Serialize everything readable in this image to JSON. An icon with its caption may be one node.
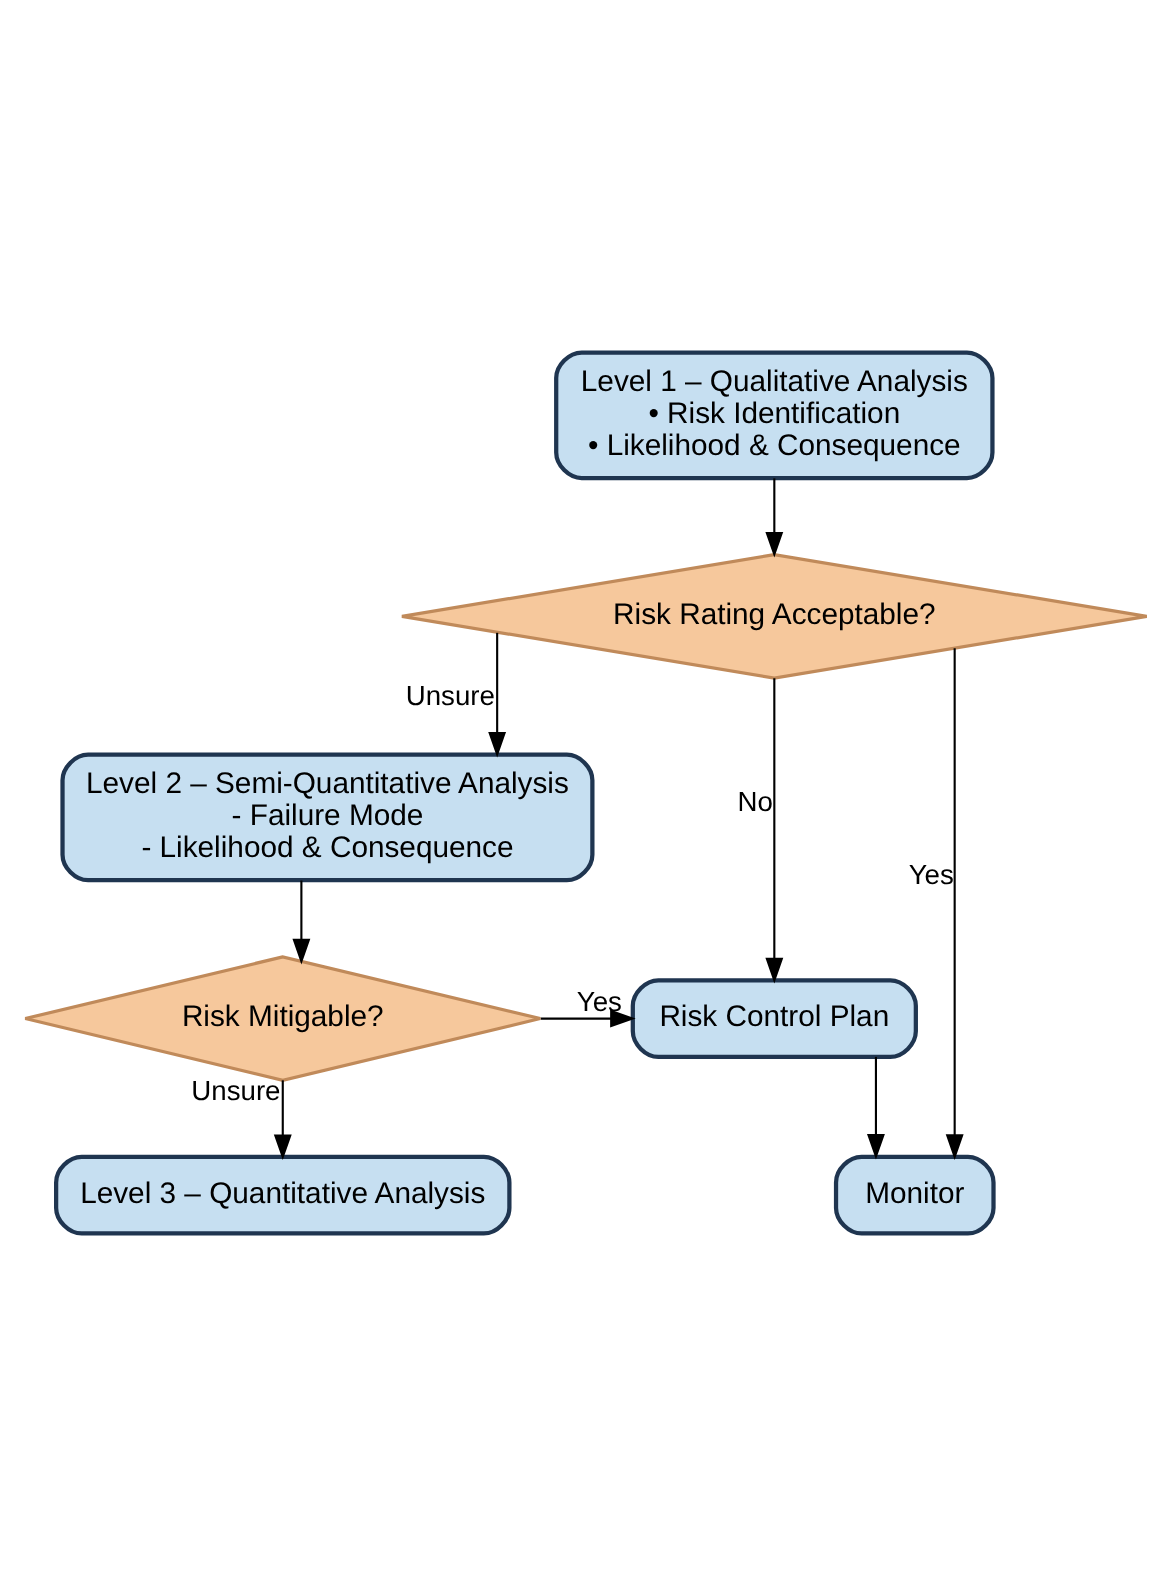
{
  "diagram": {
    "nodes": [
      {
        "text": [
          "Level 1 – Qualitative Analysis",
          "• Risk Identification",
          "• Likelihood & Consequence"
        ]
      },
      {
        "text": [
          "Risk Rating Acceptable?"
        ]
      },
      {
        "text": [
          "Level 2 – Semi-Quantitative Analysis",
          "- Failure Mode",
          "- Likelihood & Consequence"
        ]
      },
      {
        "text": [
          "Risk Mitigable?"
        ]
      },
      {
        "text": [
          "Risk Control Plan"
        ]
      },
      {
        "text": [
          "Level 3 – Quantitative Analysis"
        ]
      },
      {
        "text": [
          "Monitor"
        ]
      }
    ],
    "edges": [
      {
        "from": 0,
        "to": 1,
        "arrow": "to"
      },
      {
        "from": 1,
        "to": 6,
        "label": "Yes",
        "arrow": "to"
      },
      {
        "from": 1,
        "to": 2,
        "label": "Unsure",
        "arrow": "to"
      },
      {
        "from": 1,
        "to": 4,
        "label": "No",
        "arrow": "to"
      },
      {
        "from": 2,
        "to": 3,
        "arrow": "to"
      },
      {
        "from": 3,
        "to": 4,
        "label": "Yes",
        "arrow": "to"
      },
      {
        "from": 3,
        "to": 5,
        "label": "Unsure",
        "arrow": "to"
      },
      {
        "from": 4,
        "to": 6,
        "arrow": "to"
      }
    ]
  }
}
